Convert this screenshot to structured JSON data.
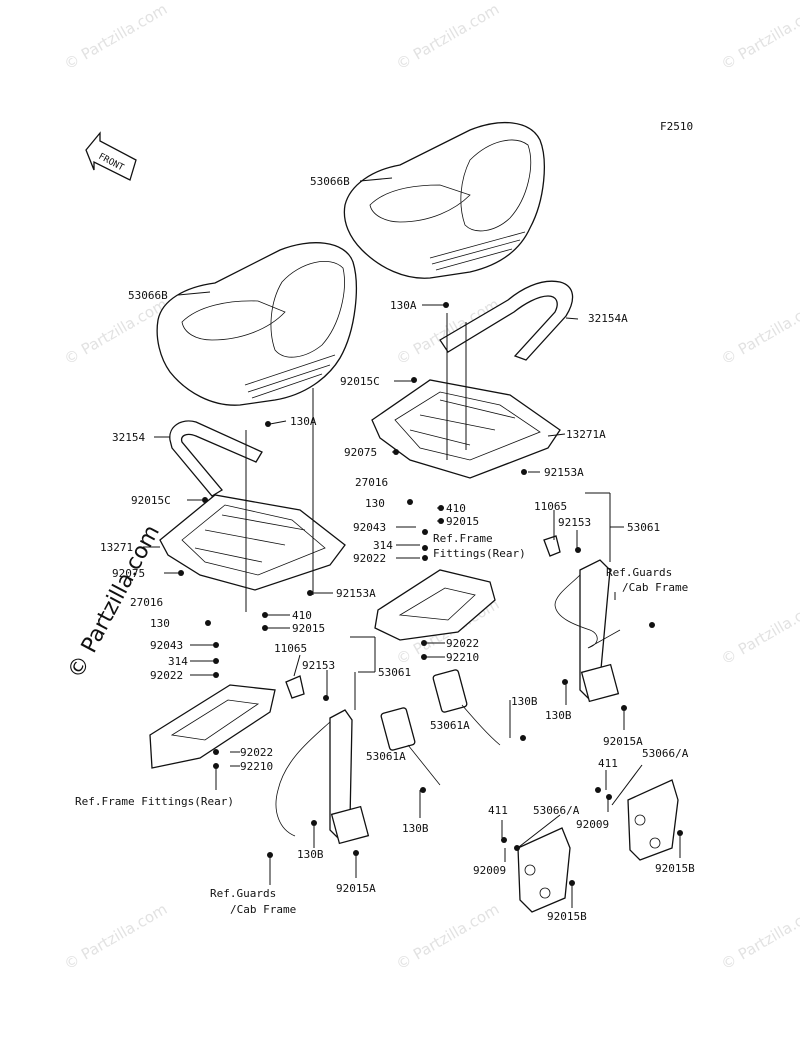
{
  "figure_code": "F2510",
  "front_label": "FRONT",
  "watermark": "© Partzilla.com",
  "side_watermark": "© Partzilla.com",
  "labels": {
    "l_53066B_top": "53066B",
    "l_53066B_left": "53066B",
    "l_130A_top": "130A",
    "l_130A_left": "130A",
    "l_32154A": "32154A",
    "l_32154": "32154",
    "l_92015C_right": "92015C",
    "l_92015C_left": "92015C",
    "l_13271A": "13271A",
    "l_13271": "13271",
    "l_92075_right": "92075",
    "l_92075_left": "92075",
    "l_92153A_right": "92153A",
    "l_92153A_left": "92153A",
    "l_27016_right": "27016",
    "l_27016_left": "27016",
    "l_130_right": "130",
    "l_130_left": "130",
    "l_410_right": "410",
    "l_410_left": "410",
    "l_92015_right": "92015",
    "l_92015_left": "92015",
    "l_11065_right": "11065",
    "l_11065_left": "11065",
    "l_92153_right": "92153",
    "l_92153_left": "92153",
    "l_53061_right": "53061",
    "l_53061_left": "53061",
    "l_92043_right": "92043",
    "l_92043_left": "92043",
    "l_314_right": "314",
    "l_314_left": "314",
    "l_92022_right_a": "92022",
    "l_92022_right_b": "92022",
    "l_92022_left_a": "92022",
    "l_92022_left_b": "92022",
    "l_92210_right": "92210",
    "l_92210_left": "92210",
    "l_ref_frame_right_1": "Ref.Frame",
    "l_ref_frame_right_2": "Fittings(Rear)",
    "l_ref_frame_left": "Ref.Frame Fittings(Rear)",
    "l_ref_guards_right_1": "Ref.Guards",
    "l_ref_guards_right_2": "/Cab Frame",
    "l_ref_guards_left_1": "Ref.Guards",
    "l_ref_guards_left_2": "/Cab Frame",
    "l_53061A_right": "53061A",
    "l_53061A_left": "53061A",
    "l_130B_a": "130B",
    "l_130B_b": "130B",
    "l_130B_c": "130B",
    "l_130B_d": "130B",
    "l_92015A_right": "92015A",
    "l_92015A_left": "92015A",
    "l_411_right": "411",
    "l_411_left": "411",
    "l_53066A_right": "53066/A",
    "l_53066A_left": "53066/A",
    "l_92009_right": "92009",
    "l_92009_left": "92009",
    "l_92015B_right": "92015B",
    "l_92015B_left": "92015B"
  }
}
